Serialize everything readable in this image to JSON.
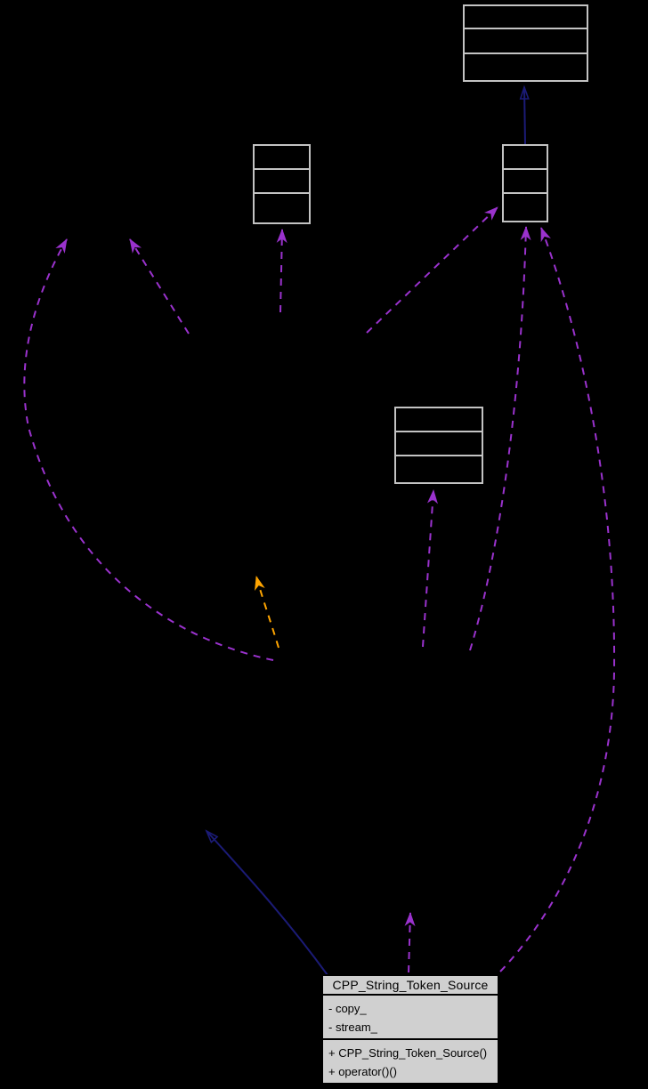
{
  "diagram": {
    "kind": "uml-collaboration-graph",
    "background": "#000000",
    "colors": {
      "background": "#000000",
      "node_border": "#c3c3c3",
      "node_fill": "#000000",
      "focus_fill": "#d0d0d0",
      "focus_border": "#000000",
      "edge_usage": "#9a32cd",
      "edge_inheritance": "#1b1b76",
      "edge_template": "#ffa500",
      "text": "#000000"
    },
    "focus_node": {
      "title": "CPP_String_Token_Source",
      "attributes": [
        "- copy_",
        "- stream_"
      ],
      "methods": [
        "+ CPP_String_Token_Source()",
        "+ operator()()"
      ]
    },
    "empty_nodes": [
      {
        "id": "top-right",
        "compartments": 3
      },
      {
        "id": "upper-middle",
        "compartments": 3
      },
      {
        "id": "upper-right",
        "compartments": 3
      },
      {
        "id": "middle",
        "compartments": 3
      }
    ],
    "edges": {
      "usage": {
        "style": "dashed",
        "count": 8
      },
      "inheritance": {
        "style": "solid",
        "count": 2
      },
      "template": {
        "style": "dashed",
        "count": 1
      }
    }
  }
}
